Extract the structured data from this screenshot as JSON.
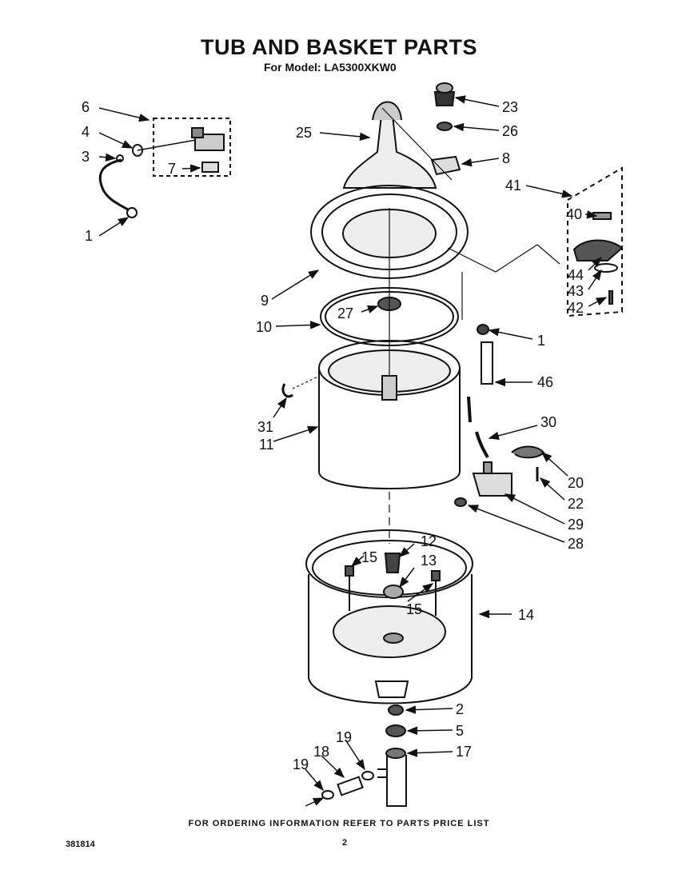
{
  "header": {
    "title": "TUB AND BASKET PARTS",
    "model_line": "For Model: LA5300XKW0"
  },
  "footer": {
    "ordering_note": "FOR ORDERING INFORMATION REFER TO PARTS PRICE LIST",
    "document_code": "381814",
    "page_number": "2"
  },
  "callouts": {
    "c1a": "1",
    "c1b": "1",
    "c2": "2",
    "c3": "3",
    "c4": "4",
    "c5": "5",
    "c6": "6",
    "c7": "7",
    "c8": "8",
    "c9": "9",
    "c10": "10",
    "c11": "11",
    "c12": "12",
    "c13": "13",
    "c14": "14",
    "c15a": "15",
    "c15b": "15",
    "c17": "17",
    "c18": "18",
    "c19a": "19",
    "c19b": "19",
    "c20": "20",
    "c22": "22",
    "c23": "23",
    "c25": "25",
    "c26": "26",
    "c27": "27",
    "c28": "28",
    "c29": "29",
    "c30": "30",
    "c31": "31",
    "c40": "40",
    "c41": "41",
    "c42": "42",
    "c43": "43",
    "c44": "44",
    "c46": "46"
  }
}
